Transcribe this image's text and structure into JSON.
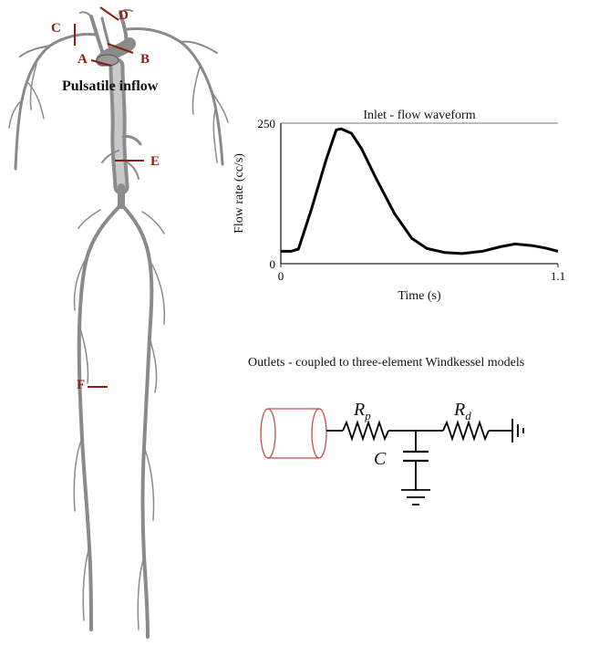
{
  "labels": {
    "a": "A",
    "b": "B",
    "c": "C",
    "d": "D",
    "e": "E",
    "f": "F",
    "pulsatile": "Pulsatile inflow"
  },
  "chart_data": {
    "type": "line",
    "title": "Inlet - flow waveform",
    "xlabel": "Time (s)",
    "ylabel": "Flow rate (cc/s)",
    "xlim": [
      0,
      1.1
    ],
    "ylim": [
      0,
      250
    ],
    "xticks": [
      "0",
      "1.1"
    ],
    "yticks": [
      "0",
      "250"
    ],
    "series": [
      {
        "x": [
          0,
          0.04,
          0.07,
          0.12,
          0.18,
          0.22,
          0.24,
          0.28,
          0.32,
          0.38,
          0.45,
          0.52,
          0.58,
          0.65,
          0.72,
          0.8,
          0.87,
          0.93,
          1.0,
          1.05,
          1.1
        ],
        "values": [
          22,
          22,
          26,
          95,
          185,
          238,
          240,
          232,
          205,
          150,
          90,
          45,
          27,
          20,
          18,
          22,
          30,
          35,
          32,
          28,
          22
        ]
      }
    ]
  },
  "circuit": {
    "title": "Outlets - coupled to three-element Windkessel models",
    "rp": "R",
    "rp_sub": "p",
    "rd": "R",
    "rd_sub": "d",
    "c": "C",
    "cylinder_color": "#c0504d"
  },
  "colors": {
    "marker": "#8b1d12",
    "vessel": "#b8b8b8",
    "vessel_edge": "#6f6f6f"
  }
}
